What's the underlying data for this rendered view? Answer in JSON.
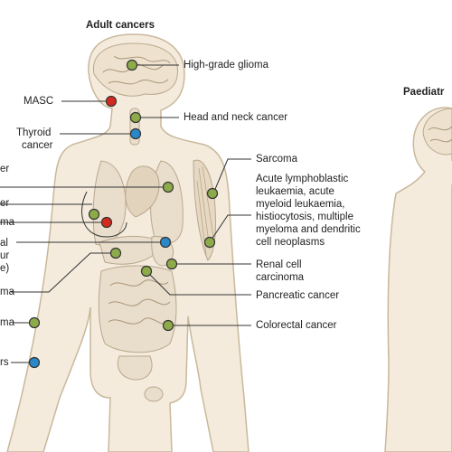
{
  "titles": {
    "adult": "Adult cancers",
    "paediatric": "Paediatr"
  },
  "labels": {
    "high_grade_glioma": "High-grade glioma",
    "masc": "MASC",
    "thyroid_1": "Thyroid",
    "thyroid_2": "cancer",
    "head_neck": "Head and neck cancer",
    "sarcoma": "Sarcoma",
    "heme_1": "Acute lymphoblastic",
    "heme_2": "leukaemia, acute",
    "heme_3": "myeloid leukaemia,",
    "heme_4": "histiocytosis, multiple",
    "heme_5": "myeloma and dendritic",
    "heme_6": "cell neoplasms",
    "renal_1": "Renal cell",
    "renal_2": "carcinoma",
    "pancreatic": "Pancreatic cancer",
    "colorectal": "Colorectal cancer",
    "left_1": "er",
    "left_2": "er",
    "left_3": "ma",
    "left_4": "al",
    "left_5": "ur",
    "left_6": "e)",
    "left_7": "ma",
    "left_8": "ma",
    "left_9": "rs"
  },
  "colors": {
    "body": "#f4ebdd",
    "body_outline": "#c9b89c",
    "organ": "#e9ddcb",
    "organ_line": "#b9a78b",
    "brain": "#eee2cf",
    "green": "#8eab4a",
    "red": "#d42a1d",
    "blue": "#2a88c8",
    "line": "#333333"
  }
}
